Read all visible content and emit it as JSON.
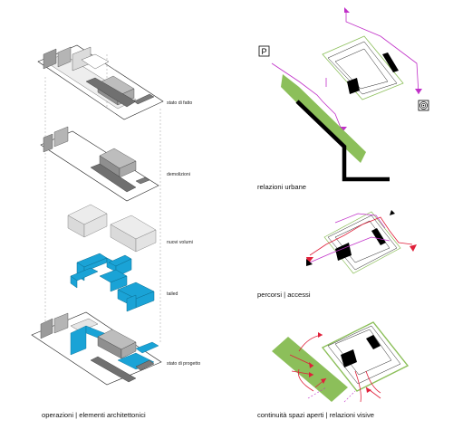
{
  "left_column": {
    "layers": [
      {
        "label": "stato di fatto"
      },
      {
        "label": "demolizioni"
      },
      {
        "label": "nuovi volumi"
      },
      {
        "label": "tailed"
      },
      {
        "label": "stato di progetto"
      }
    ],
    "caption": "operazioni | elementi architettonici"
  },
  "right_column": {
    "diagrams": [
      {
        "caption": "relazioni urbane",
        "icon_text": "P",
        "icon_name": "parking-icon",
        "icon2_name": "target-icon"
      },
      {
        "caption": "percorsi | accessi"
      },
      {
        "caption": "continuità spazi aperti | relazioni visive"
      }
    ]
  },
  "colors": {
    "grey_dark": "#8a8a8a",
    "grey_light": "#d9d9d9",
    "cyan": "#1aa3d6",
    "green": "#8cbf5a",
    "magenta": "#c030c8",
    "red": "#e0203a",
    "black": "#000000"
  }
}
